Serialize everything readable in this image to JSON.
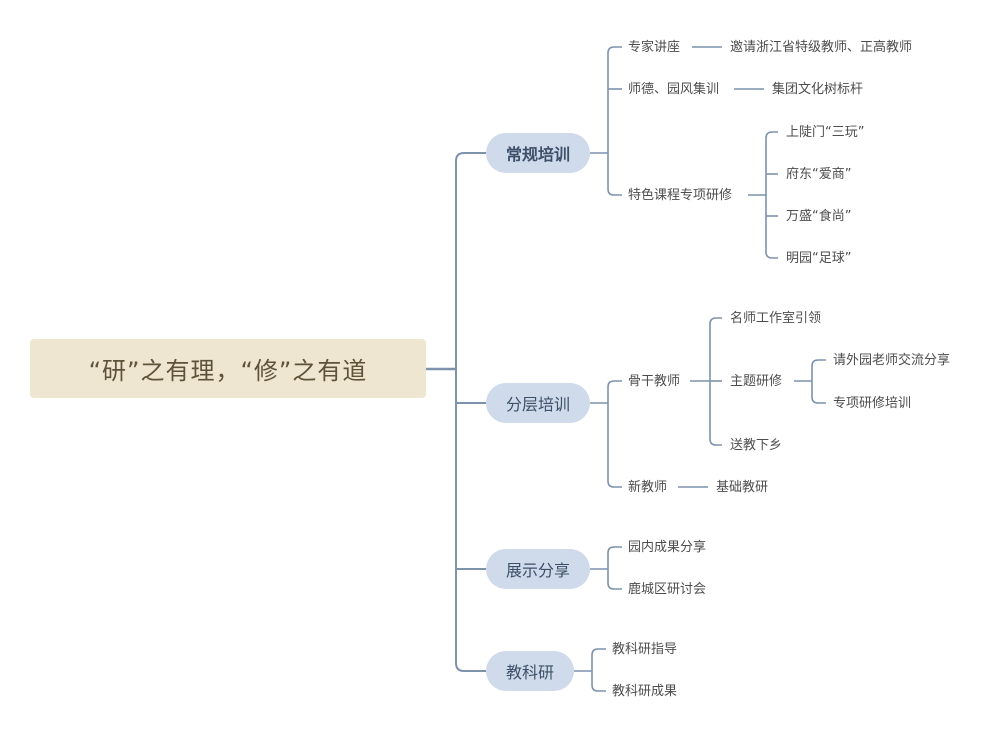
{
  "colors": {
    "line": "#7d93ad",
    "root_bg": "#efe6d1",
    "branch_bg": "#cfdbea"
  },
  "root": {
    "label": "“研”之有理，“修”之有道"
  },
  "branches": [
    {
      "label": "常规培训",
      "items": [
        {
          "label": "专家讲座",
          "detail": "邀请浙江省特级教师、正高教师"
        },
        {
          "label": "师德、园风集训",
          "detail": "集团文化树标杆"
        },
        {
          "label": "特色课程专项研修",
          "subitems": [
            "上陡门“三玩”",
            "府东“爱商”",
            "万盛“食尚”",
            "明园“足球”"
          ]
        }
      ]
    },
    {
      "label": "分层培训",
      "items": [
        {
          "label": "骨干教师",
          "subitems": [
            {
              "label": "名师工作室引领"
            },
            {
              "label": "主题研修",
              "subitems": [
                "请外园老师交流分享",
                "专项研修培训"
              ]
            },
            {
              "label": "送教下乡"
            }
          ]
        },
        {
          "label": "新教师",
          "detail": "基础教研"
        }
      ]
    },
    {
      "label": "展示分享",
      "items": [
        {
          "label": "园内成果分享"
        },
        {
          "label": "鹿城区研讨会"
        }
      ]
    },
    {
      "label": "教科研",
      "items": [
        {
          "label": "教科研指导"
        },
        {
          "label": "教科研成果"
        }
      ]
    }
  ]
}
